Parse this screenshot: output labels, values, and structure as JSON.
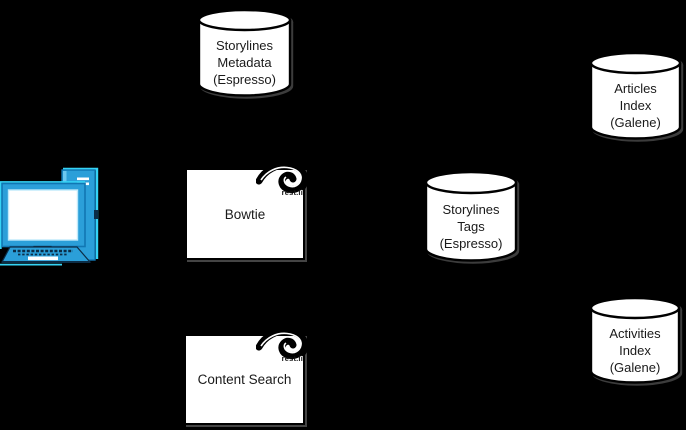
{
  "canvas": {
    "background": "#000000"
  },
  "diagram": {
    "client": {
      "id": "client-computer",
      "icon": "computer-workstation-icon",
      "colors": {
        "blue": "#2B9FD9",
        "cyan": "#35D3F5",
        "dark": "#0C2D47",
        "screen": "#FFFFFF"
      }
    },
    "services": [
      {
        "id": "bowtie",
        "label": "Bowtie",
        "badge": "rest.li"
      },
      {
        "id": "content-search",
        "label": "Content Search",
        "badge": "rest.li"
      }
    ],
    "datastores": [
      {
        "id": "storylines-metadata",
        "lines": [
          "Storylines",
          "Metadata",
          "(Espresso)"
        ]
      },
      {
        "id": "articles-index",
        "lines": [
          "Articles",
          "Index",
          "(Galene)"
        ]
      },
      {
        "id": "storylines-tags",
        "lines": [
          "Storylines",
          "Tags",
          "(Espresso)"
        ]
      },
      {
        "id": "activities-index",
        "lines": [
          "Activities",
          "Index",
          "(Galene)"
        ]
      }
    ]
  }
}
